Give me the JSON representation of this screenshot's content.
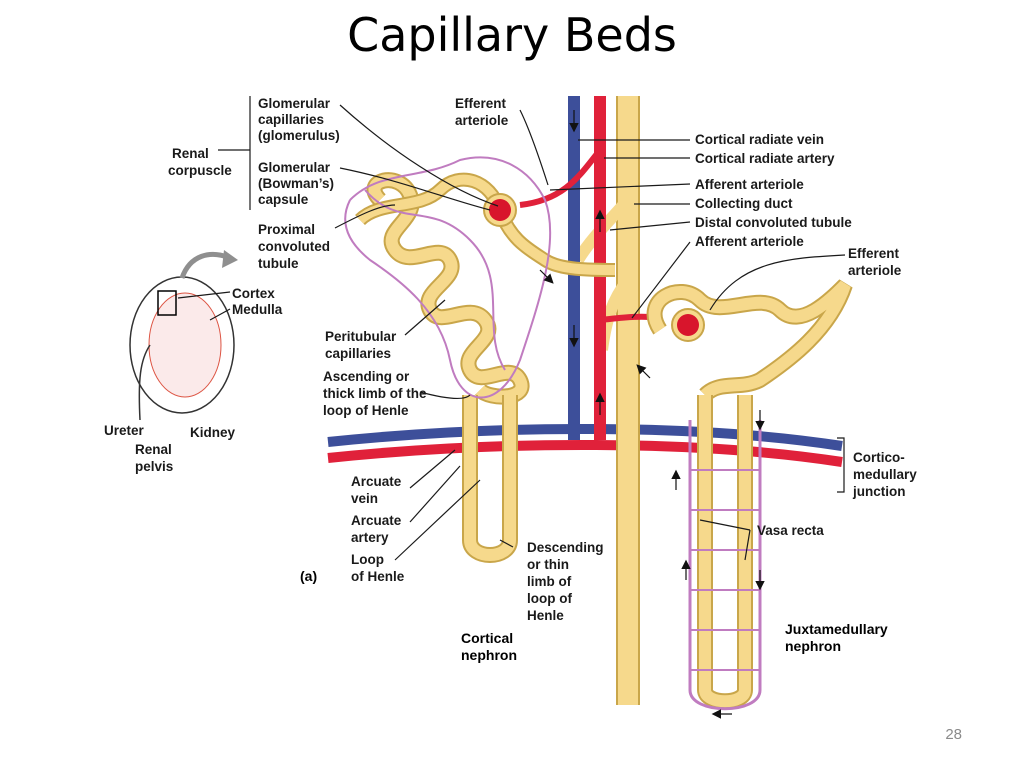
{
  "title": "Capillary Beds",
  "slide_number": "28",
  "figure_letter": "(a)",
  "labels": {
    "glomerular_capillaries": [
      "Glomerular",
      "capillaries",
      "(glomerulus)"
    ],
    "renal_corpuscle": [
      "Renal",
      "corpuscle"
    ],
    "glomerular_capsule": [
      "Glomerular",
      "(Bowman’s)",
      "capsule"
    ],
    "proximal_tubule": [
      "Proximal",
      "convoluted",
      "tubule"
    ],
    "efferent_arteriole_top": [
      "Efferent",
      "arteriole"
    ],
    "cortical_radiate_vein": "Cortical radiate vein",
    "cortical_radiate_artery": "Cortical radiate artery",
    "afferent_arteriole_1": "Afferent arteriole",
    "collecting_duct": "Collecting duct",
    "distal_tubule": "Distal convoluted tubule",
    "afferent_arteriole_2": "Afferent arteriole",
    "efferent_arteriole_right": [
      "Efferent",
      "arteriole"
    ],
    "cortex": "Cortex",
    "medulla": "Medulla",
    "ureter": "Ureter",
    "renal_pelvis": [
      "Renal",
      "pelvis"
    ],
    "kidney": "Kidney",
    "peritubular_capillaries": [
      "Peritubular",
      "capillaries"
    ],
    "ascending_limb": [
      "Ascending or",
      "thick limb of the",
      "loop of Henle"
    ],
    "corticomedullary_junction": [
      "Cortico-",
      "medullary",
      "junction"
    ],
    "arcuate_vein": [
      "Arcuate",
      "vein"
    ],
    "arcuate_artery": [
      "Arcuate",
      "artery"
    ],
    "loop_of_henle": [
      "Loop",
      "of Henle"
    ],
    "descending_limb": [
      "Descending",
      "or thin",
      "limb of",
      "loop of",
      "Henle"
    ],
    "vasa_recta": "Vasa recta",
    "cortical_nephron": [
      "Cortical",
      "nephron"
    ],
    "juxtamedullary_nephron": [
      "Juxtamedullary",
      "nephron"
    ]
  },
  "colors": {
    "tubule": "#f6d98c",
    "tubule_edge": "#c9a64a",
    "artery": "#e0213a",
    "vein": "#3d4f9a",
    "capillary": "#c07cc0",
    "glomerulus": "#d8152c",
    "arrow_grey": "#8f8f8f"
  }
}
